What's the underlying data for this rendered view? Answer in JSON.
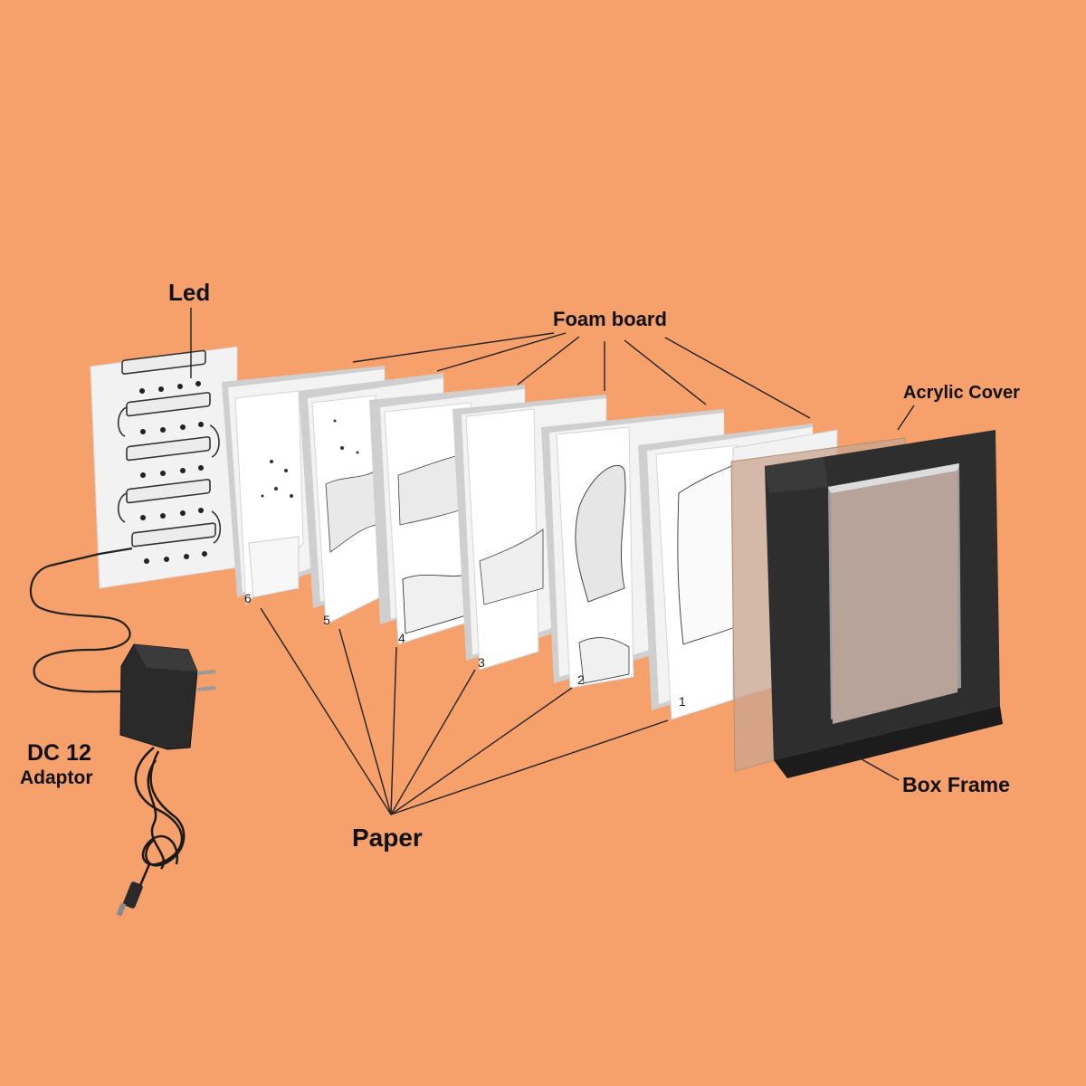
{
  "labels": {
    "led": "Led",
    "foam_board": "Foam board",
    "acrylic_cover": "Acrylic Cover",
    "box_frame": "Box Frame",
    "paper": "Paper",
    "adaptor_line1": "DC 12",
    "adaptor_line2": "Adaptor"
  },
  "paper_layers": [
    {
      "number": "6"
    },
    {
      "number": "5"
    },
    {
      "number": "4"
    },
    {
      "number": "3"
    },
    {
      "number": "2"
    },
    {
      "number": "1"
    }
  ],
  "colors": {
    "background": "#f6a06c",
    "foam": "#f4f4f4",
    "foam_edge": "#c9c9c9",
    "paper": "#ffffff",
    "frame": "#2e2e2e",
    "acrylic": "#c9a590",
    "led_strip": "#ececec"
  }
}
